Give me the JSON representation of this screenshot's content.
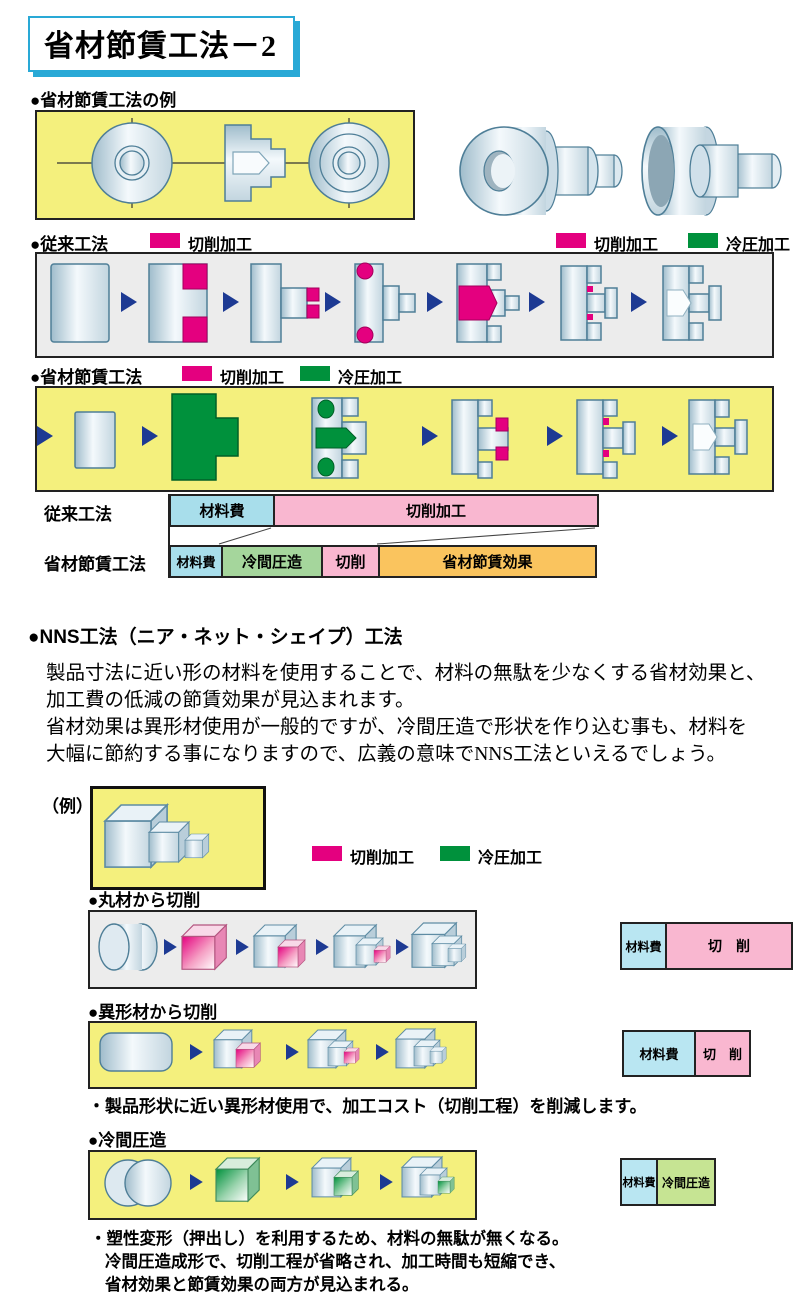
{
  "title": "省材節賃工法－2",
  "colors": {
    "cutting_magenta": "#E4007F",
    "cold_forging_green": "#00913C",
    "arrow_blue": "#1D3A93",
    "panel_yellow": "#F4F07D",
    "panel_gray": "#ECECEC",
    "bar_material_blue": "#A8DEEB",
    "bar_cutting_pink": "#F9B7D0",
    "bar_cold_green": "#A5D69C",
    "bar_saving_orange": "#FAC45E",
    "bar_cold_yellowgreen": "#C6E493",
    "title_border_cyan": "#29A9D6"
  },
  "example_section": {
    "heading": "●省材節賃工法の例",
    "conventional_label": "●従来工法",
    "saving_label": "●省材節賃工法",
    "legend_cutting": "切削加工",
    "legend_cold": "冷圧加工"
  },
  "comparison": {
    "conventional": {
      "label": "従来工法",
      "segments": [
        {
          "text": "材料費"
        },
        {
          "text": "切削加工"
        }
      ]
    },
    "saving": {
      "label": "省材節賃工法",
      "segments": [
        {
          "text": "材料費"
        },
        {
          "text": "冷間圧造"
        },
        {
          "text": "切削"
        },
        {
          "text": "省材節賃効果"
        }
      ]
    }
  },
  "nns": {
    "heading": "●NNS工法（ニア・ネット・シェイプ）工法",
    "paragraph": [
      "製品寸法に近い形の材料を使用することで、材料の無駄を少なくする省材効果と、",
      "加工費の低減の節賃効果が見込まれます。",
      "省材効果は異形材使用が一般的ですが、冷間圧造で形状を作り込む事も、材料を",
      "大幅に節約する事になりますので、広義の意味でNNS工法といえるでしょう。"
    ],
    "example_label": "（例）",
    "legend_cutting": "切削加工",
    "legend_cold": "冷圧加工",
    "round_material": {
      "heading": "●丸材から切削",
      "bar": [
        {
          "text": "材料費"
        },
        {
          "text": "切　削"
        }
      ]
    },
    "shaped_material": {
      "heading": "●異形材から切削",
      "bar": [
        {
          "text": "材料費"
        },
        {
          "text": "切　削"
        }
      ],
      "note": "・製品形状に近い異形材使用で、加工コスト（切削工程）を削減します。"
    },
    "cold_forging": {
      "heading": "●冷間圧造",
      "bar": [
        {
          "text": "材料費"
        },
        {
          "text": "冷間圧造"
        }
      ],
      "notes": [
        "・塑性変形（押出し）を利用するため、材料の無駄が無くなる。",
        "冷間圧造成形で、切削工程が省略され、加工時間も短縮でき、",
        "省材効果と節賃効果の両方が見込まれる。"
      ]
    }
  }
}
